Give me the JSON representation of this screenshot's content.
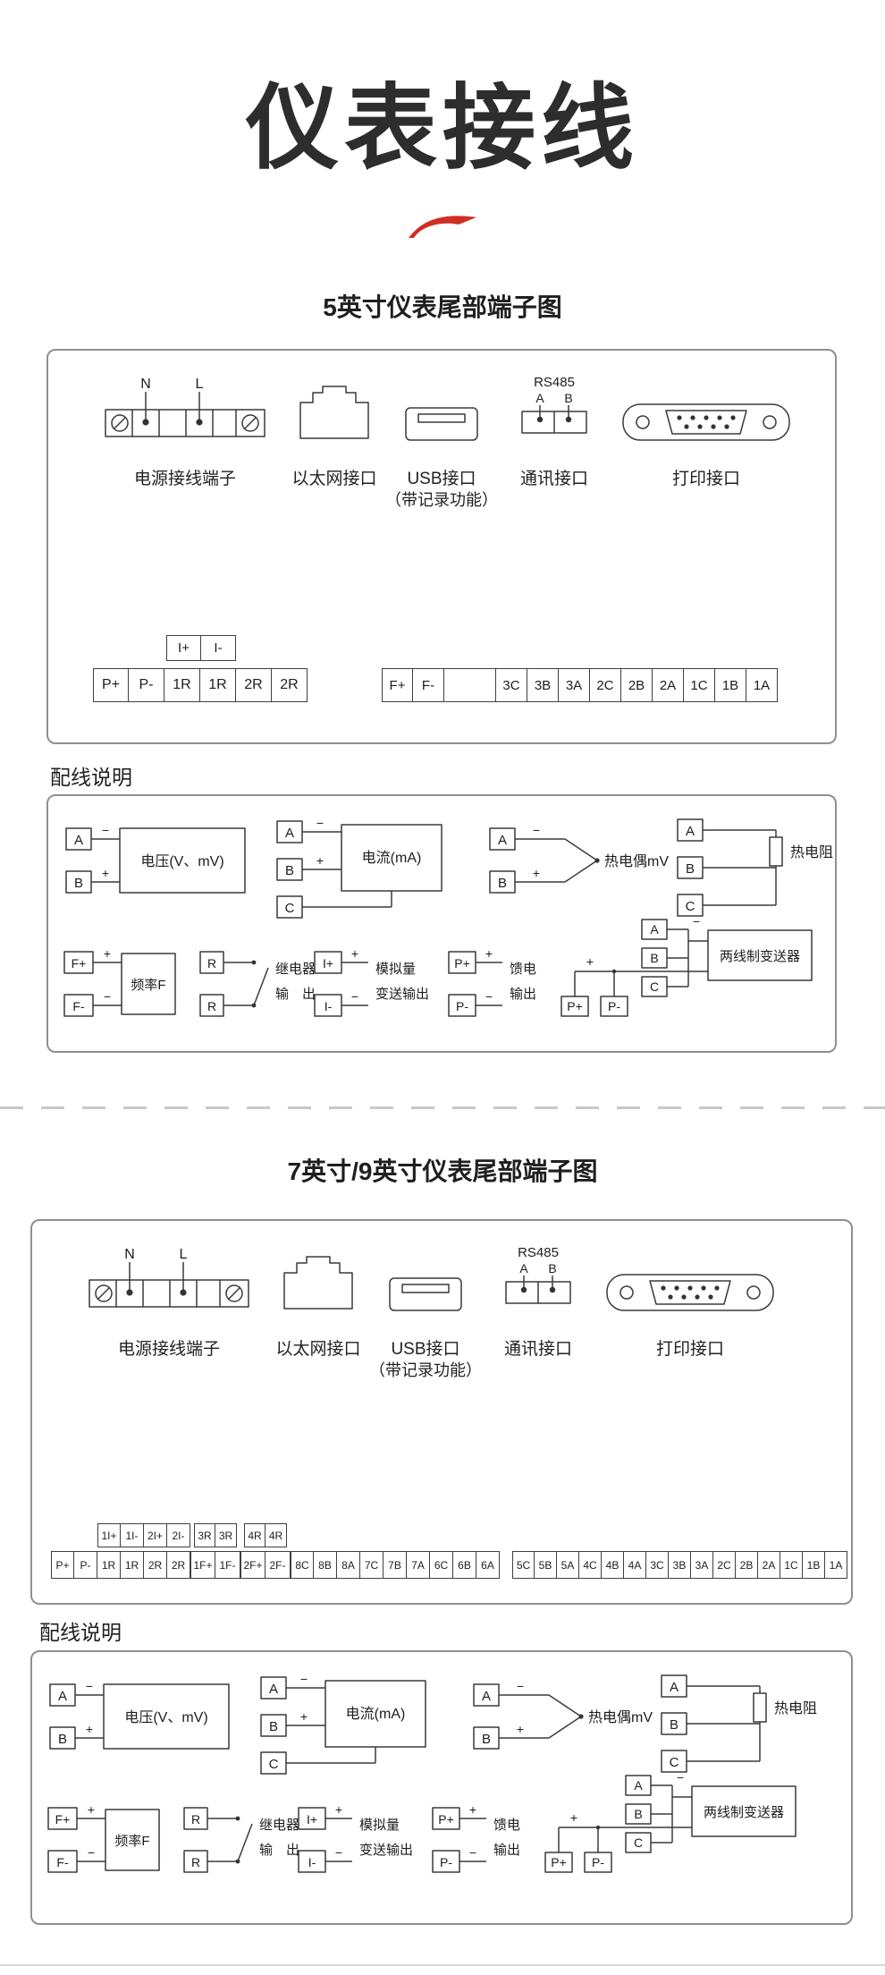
{
  "page": {
    "title": "仪表接线",
    "section1_title": "5英寸仪表尾部端子图",
    "section2_title": "7英寸/9英寸仪表尾部端子图",
    "wiring_notes_label": "配线说明",
    "accent_red": "#cf2f25"
  },
  "connectors": {
    "power": {
      "n": "N",
      "l": "L",
      "label": "电源接线端子"
    },
    "ethernet": {
      "label": "以太网接口"
    },
    "usb": {
      "label": "USB接口",
      "sublabel": "（带记录功能）"
    },
    "rs485": {
      "title": "RS485",
      "a": "A",
      "b": "B",
      "label": "通讯接口"
    },
    "printer": {
      "label": "打印接口"
    }
  },
  "terminals_5inch": {
    "upper": [
      "I+",
      "I-"
    ],
    "left": [
      "P+",
      "P-",
      "1R",
      "1R",
      "2R",
      "2R"
    ],
    "right": [
      "F+",
      "F-",
      "",
      "3C",
      "3B",
      "3A",
      "2C",
      "2B",
      "2A",
      "1C",
      "1B",
      "1A"
    ]
  },
  "terminals_79inch": {
    "upper1": [
      "1I+",
      "1I-",
      "2I+",
      "2I-"
    ],
    "upper2": [
      "3R",
      "3R"
    ],
    "upper3": [
      "4R",
      "4R"
    ],
    "main1": [
      "P+",
      "P-",
      "1R",
      "1R",
      "2R",
      "2R"
    ],
    "main2": [
      "1F+",
      "1F-"
    ],
    "main3": [
      "2F+",
      "2F-"
    ],
    "main4": [
      "8C",
      "8B",
      "8A",
      "7C",
      "7B",
      "7A",
      "6C",
      "6B",
      "6A"
    ],
    "main5": [
      "5C",
      "5B",
      "5A",
      "4C",
      "4B",
      "4A",
      "3C",
      "3B",
      "3A",
      "2C",
      "2B",
      "2A",
      "1C",
      "1B",
      "1A"
    ]
  },
  "wiring": {
    "voltage": {
      "a": "A",
      "b": "B",
      "minus": "−",
      "plus": "+",
      "label": "电压(V、mV)"
    },
    "current": {
      "a": "A",
      "b": "B",
      "c": "C",
      "minus": "−",
      "plus": "+",
      "label": "电流(mA)"
    },
    "thermocouple": {
      "a": "A",
      "b": "B",
      "minus": "−",
      "plus": "+",
      "label": "热电偶mV"
    },
    "rtd": {
      "a": "A",
      "b": "B",
      "c": "C",
      "label": "热电阻"
    },
    "frequency": {
      "fplus": "F+",
      "fminus": "F-",
      "plus": "+",
      "minus": "−",
      "label": "频率F"
    },
    "relay": {
      "r1": "R",
      "r2": "R",
      "label_line1": "继电器",
      "label_line2": "输　出"
    },
    "analog": {
      "iplus": "I+",
      "iminus": "I-",
      "plus": "+",
      "minus": "−",
      "label_line1": "模拟量",
      "label_line2": "变送输出"
    },
    "feed": {
      "pplus": "P+",
      "pminus": "P-",
      "plus": "+",
      "minus": "−",
      "label_line1": "馈电",
      "label_line2": "输出"
    },
    "transmitter": {
      "pplus": "P+",
      "pminus": "P-",
      "a": "A",
      "b": "B",
      "c": "C",
      "minus": "−",
      "plus": "+",
      "label": "两线制变送器"
    }
  }
}
